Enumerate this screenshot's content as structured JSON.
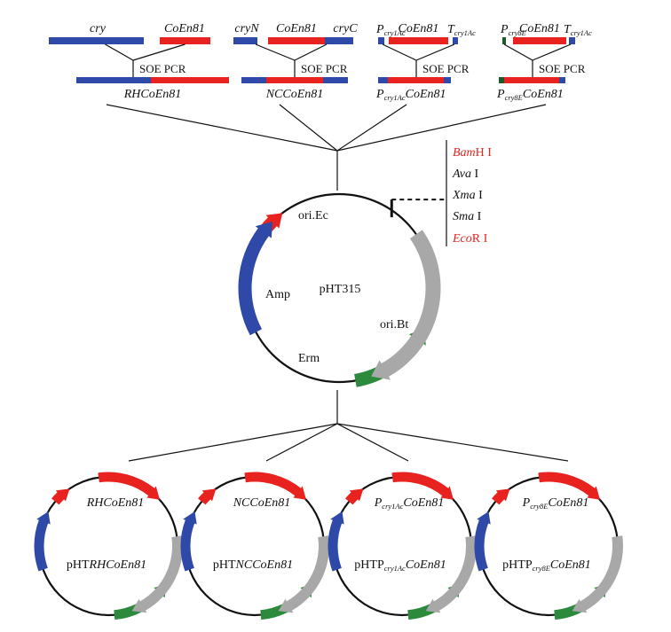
{
  "colors": {
    "blue": "#2e49a8",
    "red": "#e8231f",
    "green": "#2c8a3c",
    "gray": "#a8a8a8",
    "darkgreen": "#1d5a2a",
    "line": "#111111"
  },
  "constructs": [
    {
      "left": "cry",
      "mid": "CoEn81",
      "right": "",
      "method": "SOE PCR",
      "product": "RHCoEn81"
    },
    {
      "left": "cryN",
      "mid": "CoEn81",
      "right": "cryC",
      "method": "SOE PCR",
      "product": "NCCoEn81"
    },
    {
      "left_main": "P",
      "left_sub": "cry1Ac",
      "mid": "CoEn81",
      "right_main": "T",
      "right_sub": "cry1Ac",
      "method": "SOE PCR",
      "product_main": "P",
      "product_sub": "cry1Ac",
      "product_rest": "CoEn81"
    },
    {
      "left_main": "P",
      "left_sub": "cry8E",
      "mid": "CoEn81",
      "right_main": "T",
      "right_sub": "cry1Ac",
      "method": "SOE PCR",
      "product_main": "P",
      "product_sub": "cry8E",
      "product_rest": "CoEn81"
    }
  ],
  "plasmid": {
    "name": "pHT315",
    "ori_ec": "ori.Ec",
    "amp": "Amp",
    "ori_bt": "ori.Bt",
    "erm": "Erm"
  },
  "sites": [
    {
      "italic": "Bam",
      "rest": "H I",
      "highlight": true
    },
    {
      "italic": "Ava",
      "rest": " I",
      "highlight": false
    },
    {
      "italic": "Xma",
      "rest": " I",
      "highlight": false
    },
    {
      "italic": "Sma",
      "rest": " I",
      "highlight": false
    },
    {
      "italic": "Eco",
      "rest": "R I",
      "highlight": true
    }
  ],
  "products": [
    {
      "insert_main": "RHCoEn81",
      "insert_sub": "",
      "insert_rest": "",
      "name_prefix": "pHT",
      "name_main": "RHCoEn81",
      "name_sub": "",
      "name_rest": ""
    },
    {
      "insert_main": "NCCoEn81",
      "insert_sub": "",
      "insert_rest": "",
      "name_prefix": "pHT",
      "name_main": "NCCoEn81",
      "name_sub": "",
      "name_rest": ""
    },
    {
      "insert_main": "P",
      "insert_sub": "cry1Ac",
      "insert_rest": "CoEn81",
      "name_prefix": "pHTP",
      "name_main": "",
      "name_sub": "cry1Ac",
      "name_rest": "CoEn81"
    },
    {
      "insert_main": "P",
      "insert_sub": "cry8E",
      "insert_rest": "CoEn81",
      "name_prefix": "pHTP",
      "name_main": "",
      "name_sub": "cry8E",
      "name_rest": "CoEn81"
    }
  ]
}
